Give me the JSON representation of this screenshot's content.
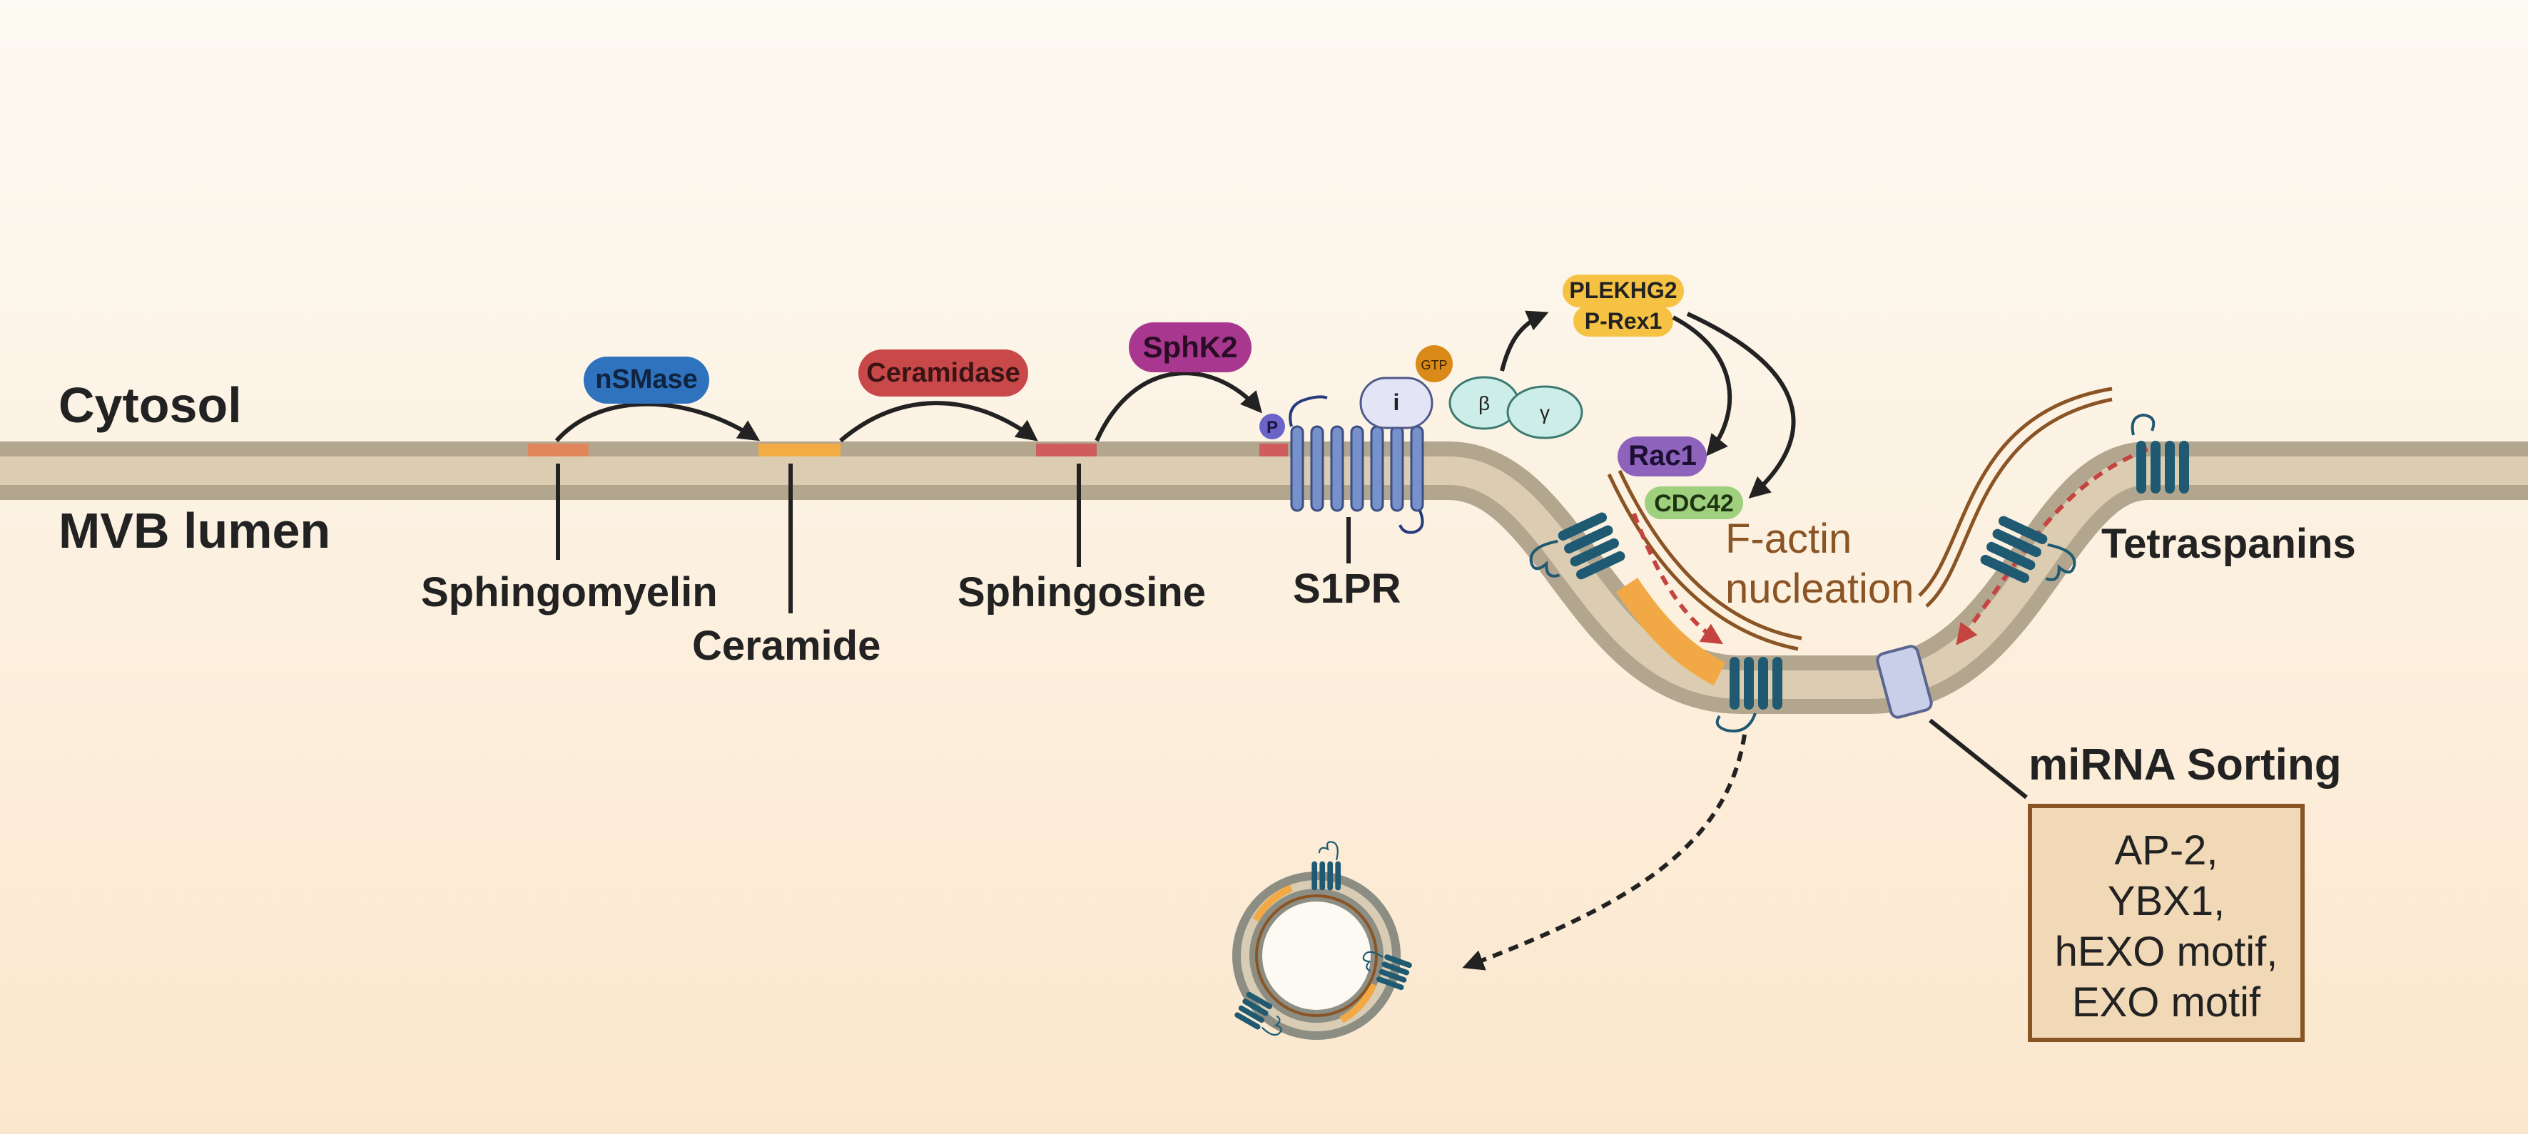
{
  "regions": {
    "cytosol": "Cytosol",
    "lumen": "MVB lumen"
  },
  "lipids": {
    "sphingomyelin": "Sphingomyelin",
    "ceramide": "Ceramide",
    "sphingosine": "Sphingosine"
  },
  "enzymes": {
    "nsmase": "nSMase",
    "ceramidase": "Ceramidase",
    "sphk2": "SphK2"
  },
  "receptor": {
    "name": "S1PR",
    "phosphate": "P"
  },
  "gprotein": {
    "gtp": "GTP",
    "alpha": "i",
    "beta": "β",
    "gamma": "γ"
  },
  "gefs": {
    "plekhg2": "PLEKHG2",
    "prex1": "P-Rex1"
  },
  "gtpases": {
    "rac1": "Rac1",
    "cdc42": "CDC42"
  },
  "factin": {
    "line1": "F-actin",
    "line2": "nucleation"
  },
  "tetraspanins": "Tetraspanins",
  "mirna": {
    "title": "miRNA Sorting",
    "items": [
      "AP-2,",
      "YBX1,",
      "hEXO motif,",
      "EXO motif"
    ]
  },
  "colors": {
    "background_top": "#fdfaf3",
    "background_bottom": "#fbe9d2",
    "membrane_outer": "#b3a68f",
    "membrane_inner": "#dccdb2",
    "nsmase": "#2f73bf",
    "ceramidase": "#c9494b",
    "sphk2": "#a8388f",
    "s1pr": "#7791ca",
    "tetraspanin": "#1f5a72",
    "plekhg2": "#f5c244",
    "rac1": "#8d63bb",
    "cdc42": "#9fd07e",
    "factin": "#8a5425",
    "box_fill": "#f1d9b7",
    "box_border": "#8a5425",
    "red_arrow": "#c64440"
  }
}
